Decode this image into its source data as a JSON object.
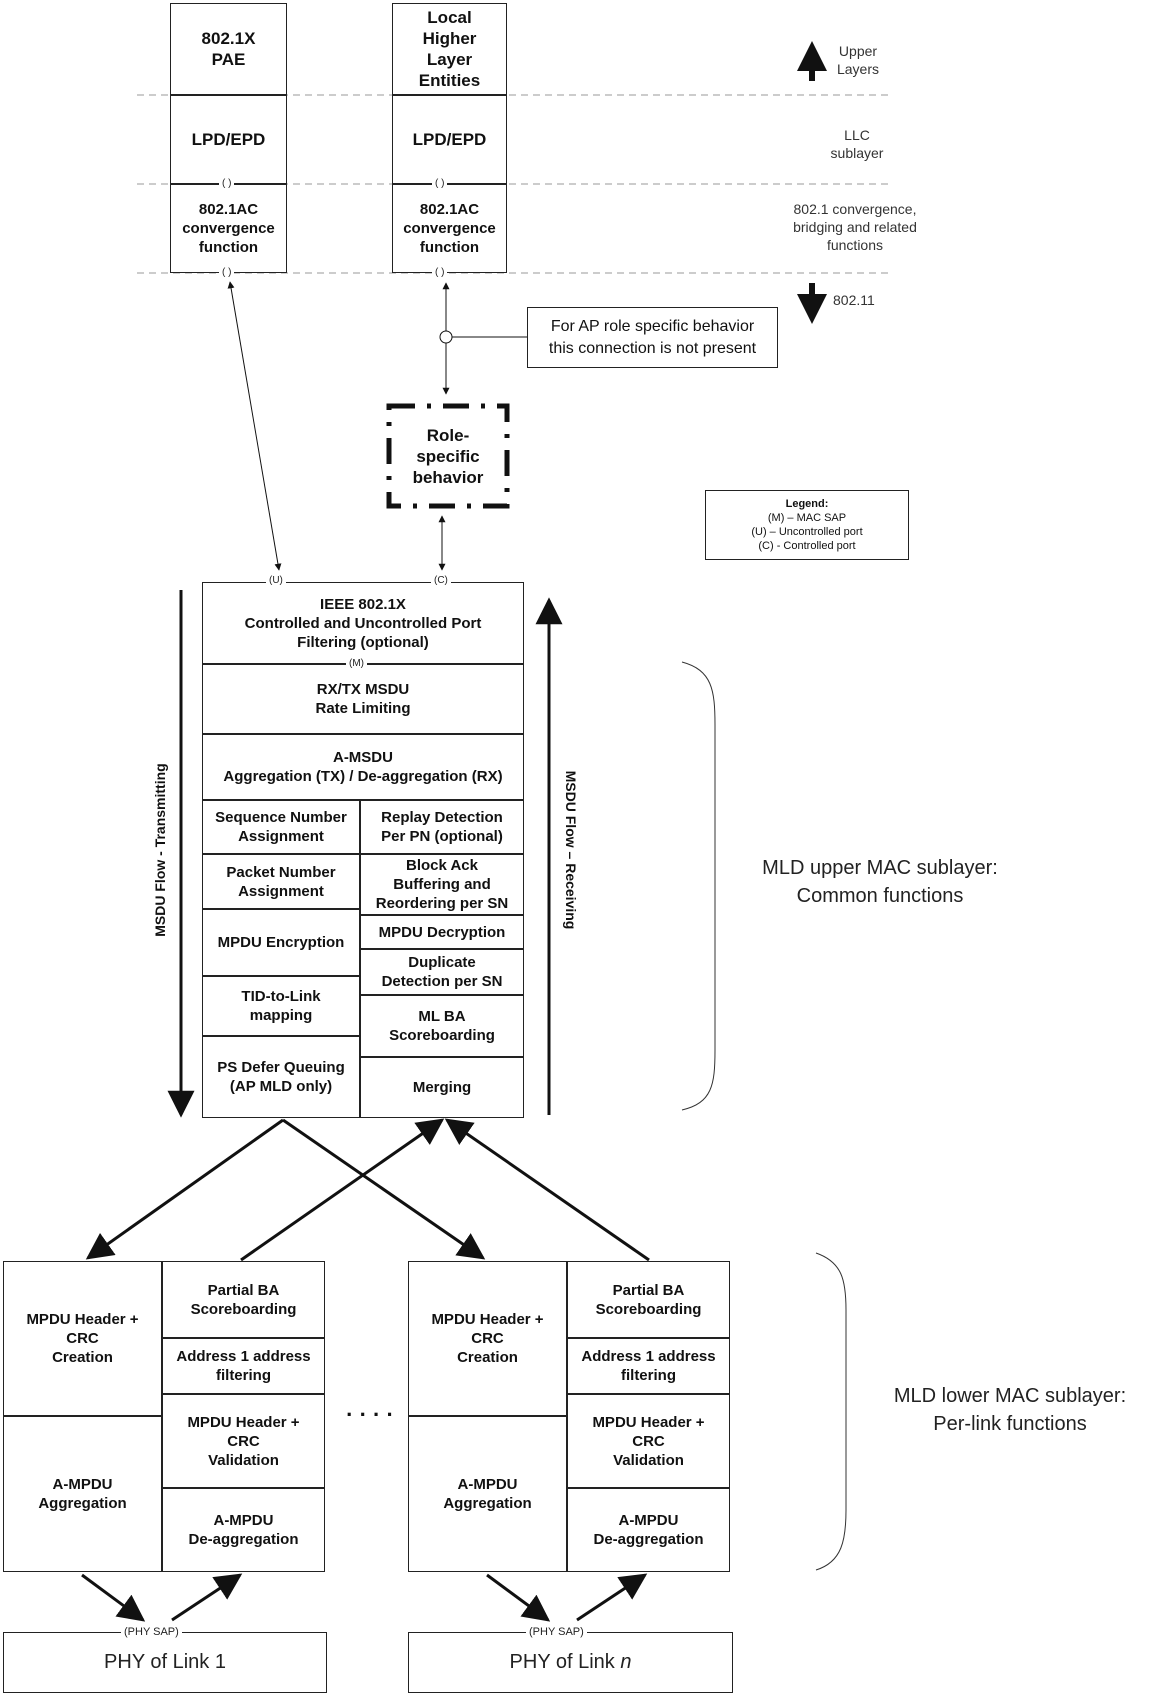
{
  "top_stack": {
    "pae": "802.1X\nPAE",
    "local": "Local\nHigher\nLayer\nEntities",
    "lpd_epd": "LPD/EPD",
    "convergence": "802.1AC\nconvergence\nfunction",
    "small_port": "( )",
    "small_port_alt": "( )"
  },
  "layer_labels": {
    "upper_layers": "Upper\nLayers",
    "llc": "LLC\nsublayer",
    "convergence": "802.1 convergence,\nbridging and related\nfunctions",
    "ieee80211": "802.11"
  },
  "ap_note": "For AP role specific behavior\nthis connection is not present",
  "role_box": "Role-\nspecific\nbehavior",
  "legend": {
    "title": "Legend:",
    "items": [
      "(M) – MAC SAP",
      "(U) – Uncontrolled port",
      "(C) - Controlled port"
    ]
  },
  "ports": {
    "u": "(U)",
    "c": "(C)",
    "m": "(M)",
    "phy_sap": "(PHY SAP)"
  },
  "upper_mac": {
    "ieee8021x": "IEEE 802.1X\nControlled and Uncontrolled Port\nFiltering (optional)",
    "rate": "RX/TX MSDU\nRate Limiting",
    "amsdu": "A-MSDU\nAggregation (TX) / De-aggregation (RX)",
    "tx": [
      "Sequence Number\nAssignment",
      "Packet Number\nAssignment",
      "MPDU Encryption",
      "TID-to-Link\nmapping",
      "PS Defer Queuing\n(AP MLD only)"
    ],
    "rx": [
      "Replay Detection\nPer PN (optional)",
      "Block Ack\nBuffering and\nReordering per SN",
      "MPDU Decryption",
      "Duplicate\nDetection per SN",
      "ML BA\nScoreboarding",
      "Merging"
    ]
  },
  "flow_labels": {
    "tx": "MSDU Flow - Transmitting",
    "rx": "MSDU Flow – Receiving"
  },
  "sublayer_labels": {
    "upper": "MLD upper MAC sublayer:\nCommon functions",
    "lower": "MLD lower MAC sublayer:\nPer-link functions"
  },
  "lower_mac": {
    "hdr_creation": "MPDU Header +\nCRC\nCreation",
    "ampdu_agg": "A-MPDU\nAggregation",
    "partial_ba": "Partial BA\nScoreboarding",
    "addr_filter": "Address 1 address\nfiltering",
    "hdr_validation": "MPDU Header +\nCRC\nValidation",
    "ampdu_deagg": "A-MPDU\nDe-aggregation"
  },
  "ellipsis": "· · · ·",
  "phy": {
    "link1": "PHY of Link 1",
    "linkn_prefix": "PHY of Link ",
    "linkn_var": "n"
  }
}
